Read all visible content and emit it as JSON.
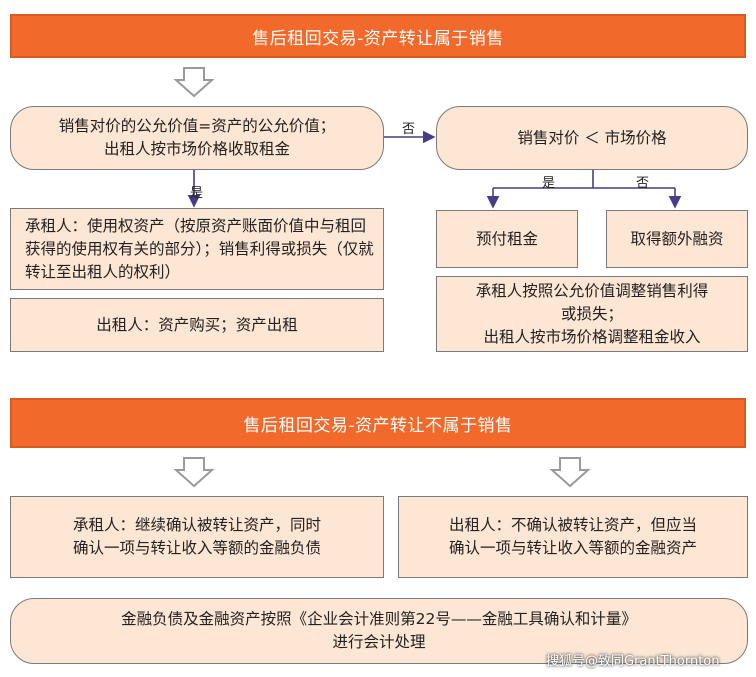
{
  "top_banner": "售后租回交易-资产转让属于销售",
  "question_fair_value": {
    "line1": "销售对价的公允价值=资产的公允价值；",
    "line2": "出租人按市场价格收取租金"
  },
  "branch_no_label": "否",
  "branch_yes_label": "是",
  "question_market_price": "销售对价 ＜ 市场价格",
  "market_yes_label": "是",
  "market_no_label": "否",
  "lessee_sale_box": "承租人：使用权资产（按原资产账面价值中与租回获得的使用权有关的部分）；销售利得或损失（仅就转让至出租人的权利）",
  "lessor_sale_box": "出租人：资产购买；资产出租",
  "prepaid_rent_box": "预付租金",
  "extra_financing_box": "取得额外融资",
  "adjust_box": {
    "line1": "承租人按照公允价值调整销售利得",
    "line2": "或损失；",
    "line3": "出租人按市场价格调整租金收入"
  },
  "bottom_banner": "售后租回交易-资产转让不属于销售",
  "lessee_not_sale_box": {
    "line1": "承租人：继续确认被转让资产，同时",
    "line2": "确认一项与转让收入等额的金融负债"
  },
  "lessor_not_sale_box": {
    "line1": "出租人：不确认被转让资产，但应当",
    "line2": "确认一项与转让收入等额的金融资产"
  },
  "final_box": {
    "line1": "金融负债及金融资产按照《企业会计准则第22号——金融工具确认和计量》",
    "line2": "进行会计处理"
  },
  "watermark": "搜狐号@致同GrantThornton",
  "colors": {
    "banner": "#f26a2b",
    "box_fill": "#fde6d3",
    "arrow_line": "#4a3a8a",
    "hollow_arrow": "#9a9a9a"
  }
}
